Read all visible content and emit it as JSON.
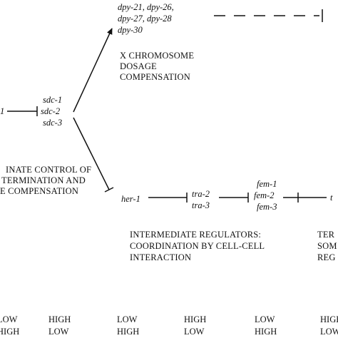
{
  "genes": {
    "upstream_partial": "1",
    "sdc": [
      "sdc-1",
      "sdc-2",
      "sdc-3"
    ],
    "dpy": [
      "dpy-21, dpy-26,",
      "dpy-27, dpy-28",
      "dpy-30"
    ],
    "her": "her-1",
    "tra": [
      "tra-2",
      "tra-3"
    ],
    "fem": [
      "fem-1",
      "fem-2",
      "fem-3"
    ],
    "terminal_partial": "t"
  },
  "captions": {
    "dosage": [
      "X CHROMOSOME",
      "DOSAGE",
      "COMPENSATION"
    ],
    "coordinate": [
      "INATE CONTROL OF",
      "TERMINATION AND",
      "E COMPENSATION"
    ],
    "intermediate": [
      "INTERMEDIATE REGULATORS:",
      "COORDINATION BY CELL-CELL",
      "INTERACTION"
    ],
    "terminal": [
      "TER",
      "SOM",
      "REG"
    ]
  },
  "levels": {
    "row1": [
      "LOW",
      "HIGH",
      "LOW",
      "HIGH",
      "LOW",
      "HIGH"
    ],
    "row2": [
      "HIGH",
      "LOW",
      "HIGH",
      "LOW",
      "HIGH",
      "LOW"
    ]
  },
  "colors": {
    "ink": "#111111",
    "background": "#ffffff"
  }
}
